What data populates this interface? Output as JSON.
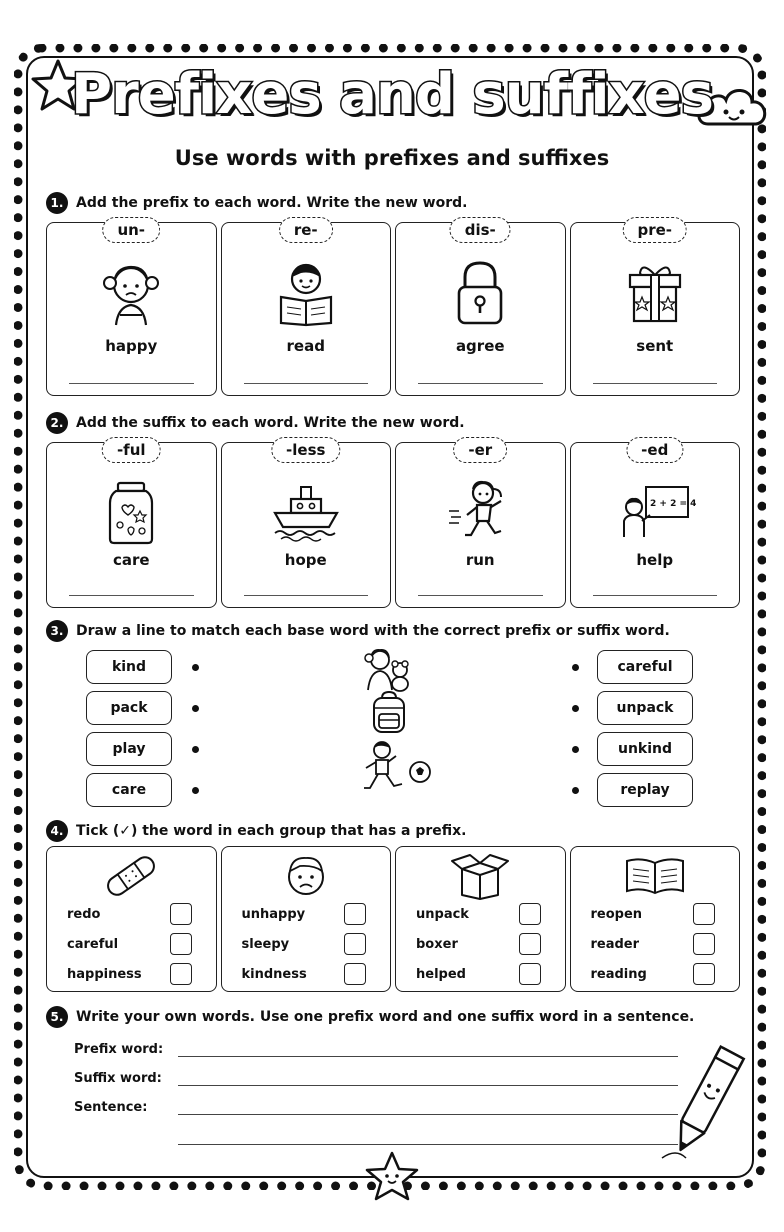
{
  "title": "Prefixes and suffixes",
  "subtitle": "Use words with prefixes and suffixes",
  "sections": [
    {
      "number": "1.",
      "instruction": "Add the prefix to each word. Write the new word.",
      "cards": [
        {
          "affix": "un-",
          "word": "happy",
          "icon": "girl-icon"
        },
        {
          "affix": "re-",
          "word": "read",
          "icon": "boy-reading-icon"
        },
        {
          "affix": "dis-",
          "word": "agree",
          "icon": "padlock-icon"
        },
        {
          "affix": "pre-",
          "word": "sent",
          "icon": "gift-icon"
        }
      ]
    },
    {
      "number": "2.",
      "instruction": "Add the suffix to each word. Write the new word.",
      "cards": [
        {
          "affix": "-ful",
          "word": "care",
          "icon": "jar-icon"
        },
        {
          "affix": "-less",
          "word": "hope",
          "icon": "boat-icon"
        },
        {
          "affix": "-er",
          "word": "run",
          "icon": "running-girl-icon"
        },
        {
          "affix": "-ed",
          "word": "help",
          "icon": "boy-at-board-icon"
        }
      ],
      "board_text": "2 + 2 = 4"
    },
    {
      "number": "3.",
      "instruction": "Draw a line to match each base word with the correct prefix or suffix word.",
      "left_words": [
        "kind",
        "pack",
        "play",
        "care"
      ],
      "right_words": [
        "careful",
        "unpack",
        "unkind",
        "replay"
      ]
    },
    {
      "number": "4.",
      "instruction": "Tick (✓) the word in each group that has a prefix.",
      "groups": [
        {
          "icon": "bandage-icon",
          "words": [
            "redo",
            "careful",
            "happiness"
          ]
        },
        {
          "icon": "sad-face-icon",
          "words": [
            "unhappy",
            "sleepy",
            "kindness"
          ]
        },
        {
          "icon": "box-icon",
          "words": [
            "unpack",
            "boxer",
            "helped"
          ]
        },
        {
          "icon": "book-icon",
          "words": [
            "reopen",
            "reader",
            "reading"
          ]
        }
      ]
    },
    {
      "number": "5.",
      "instruction": "Write your own words. Use one prefix word and one suffix word in a sentence.",
      "labels": [
        "Prefix word:",
        "Suffix word:",
        "Sentence:"
      ]
    }
  ]
}
